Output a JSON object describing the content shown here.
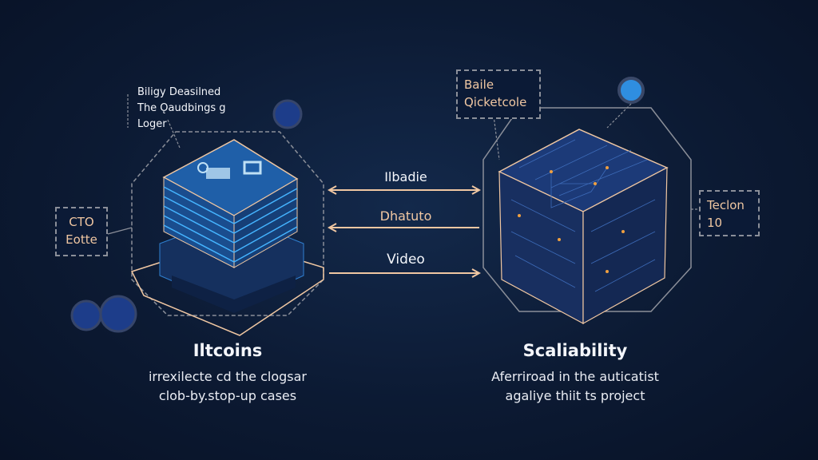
{
  "left_note": {
    "lines": [
      "Biligy Deasilned",
      "The Ǫaudbings g",
      "Loger"
    ]
  },
  "left_box": {
    "lines": [
      "CTO",
      "Eotte"
    ]
  },
  "right_box_top": {
    "lines": [
      "Baile",
      "Qicketcole"
    ]
  },
  "right_box_side": {
    "lines": [
      "Teclon",
      "10"
    ]
  },
  "arrows": [
    {
      "label": "Ilbadie",
      "direction": "both"
    },
    {
      "label": "Dhatuto",
      "direction": "left"
    },
    {
      "label": "Video",
      "direction": "right"
    }
  ],
  "left_panel": {
    "title": "Iltcoins",
    "desc": [
      "irrexilecte cd the clogsar",
      "clob-by.stop-up cases"
    ]
  },
  "right_panel": {
    "title": "Scaliability",
    "desc": [
      "Aferriroad in the auticatist",
      "agaliye thiit ts project"
    ]
  },
  "colors": {
    "background": "#0c1a33",
    "accent": "#f0c7a2",
    "blue": "#2f7fd0"
  }
}
